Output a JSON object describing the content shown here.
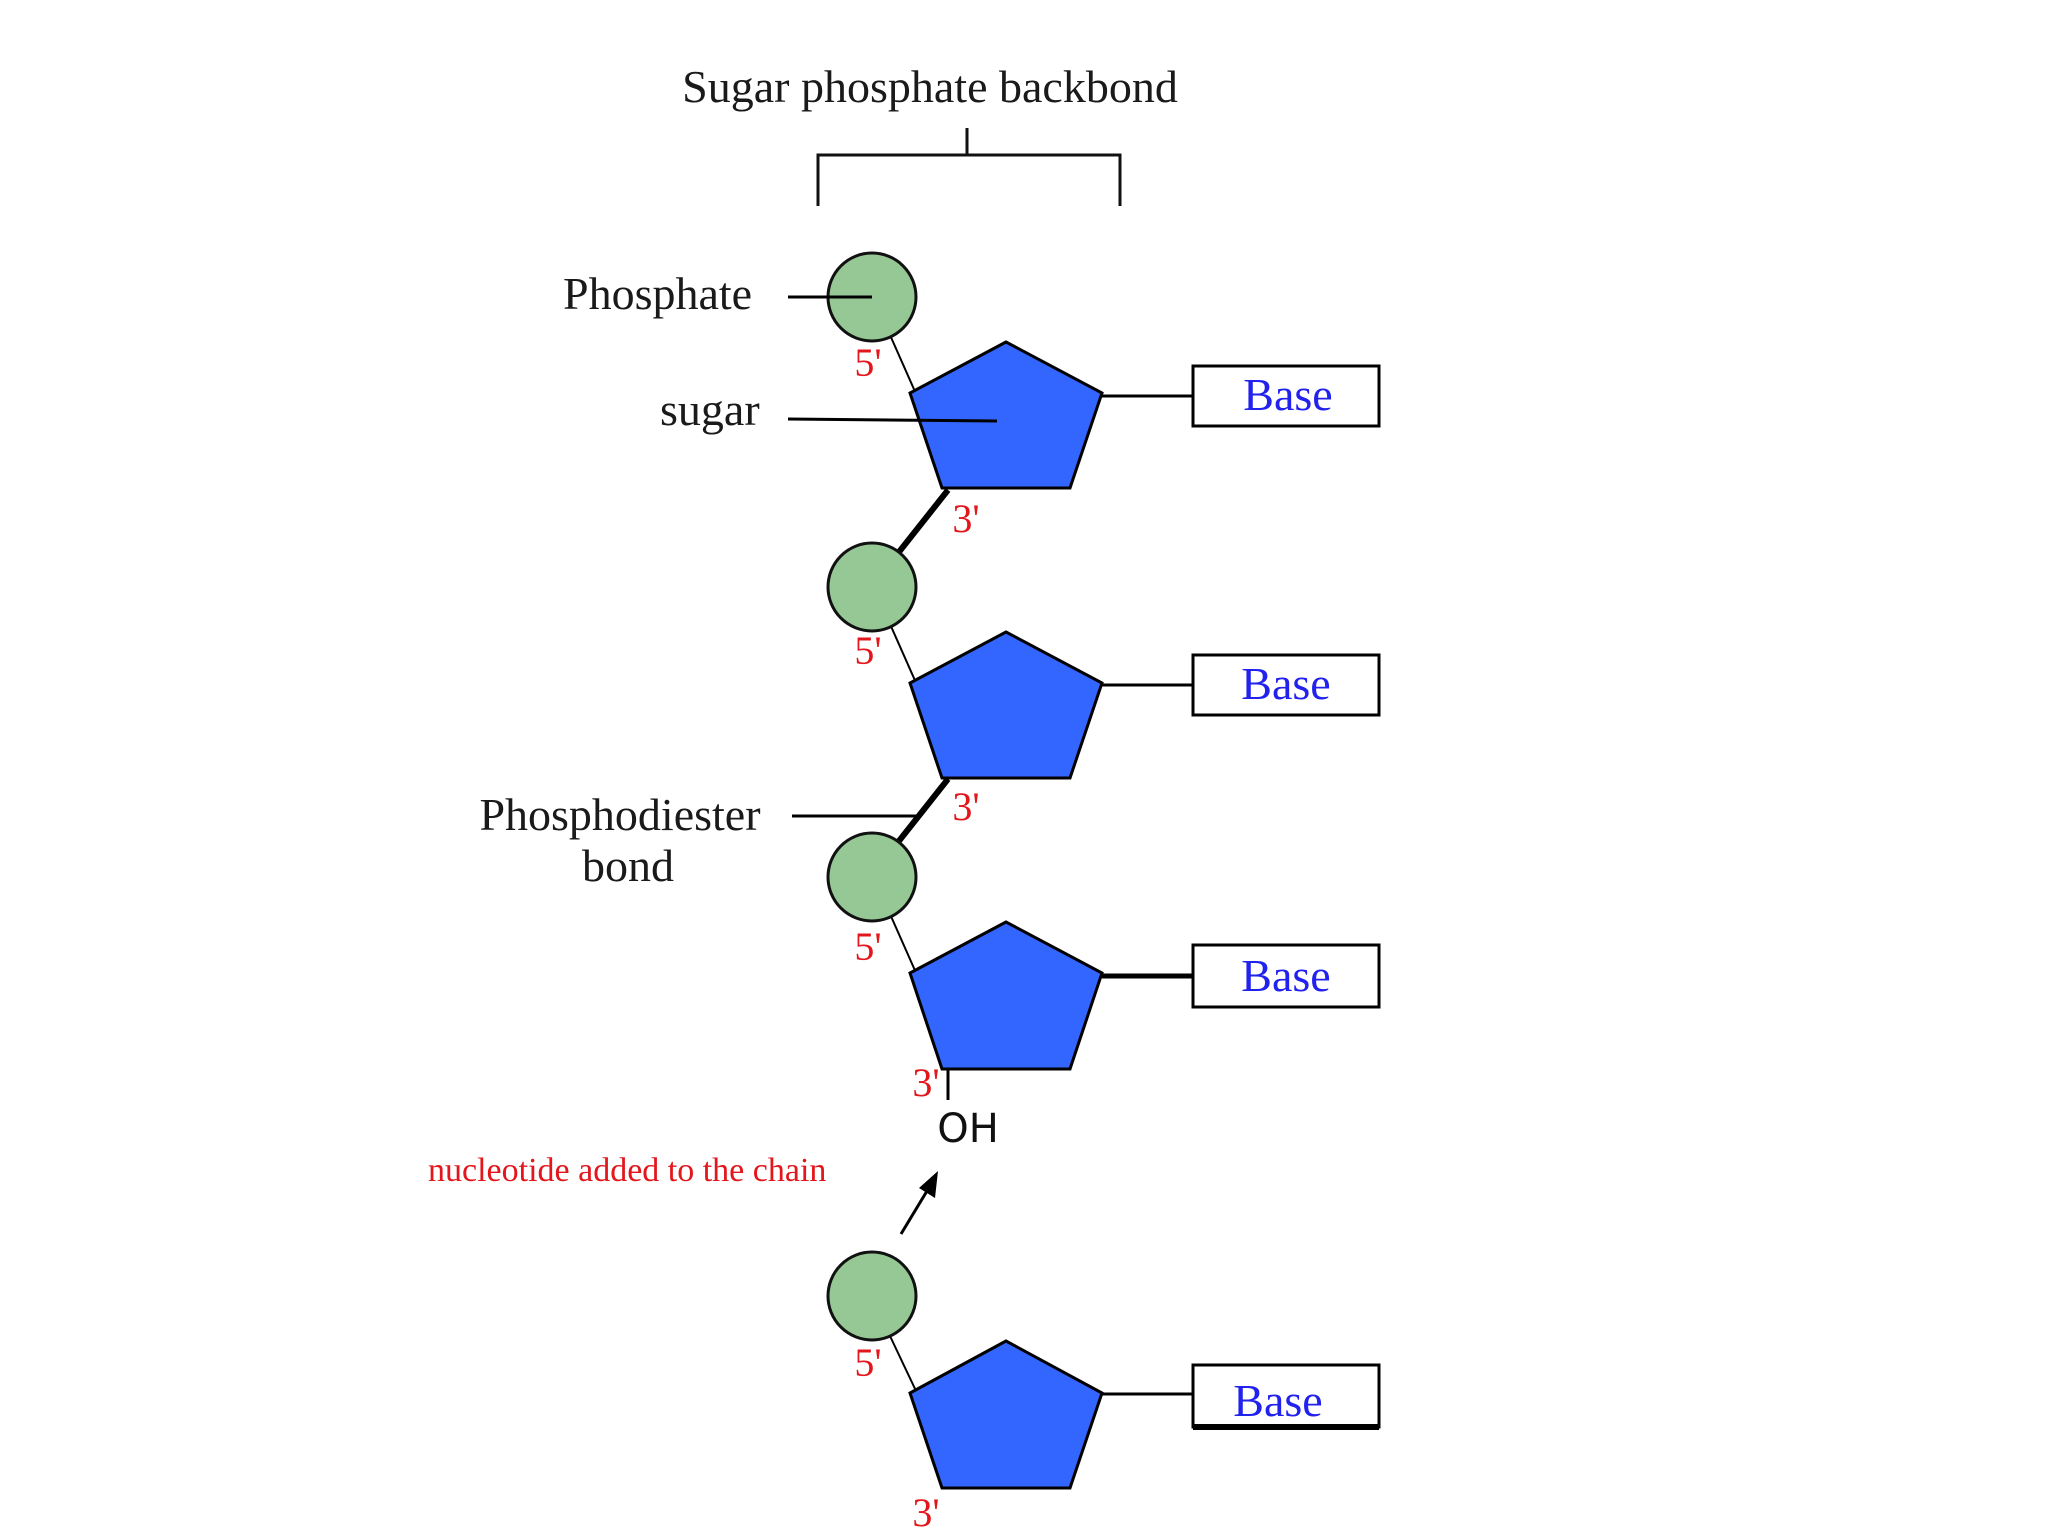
{
  "title": "Sugar phosphate backbond",
  "labels": {
    "phosphate": "Phosphate",
    "sugar": "sugar",
    "phosphodiester_line1": "Phosphodiester",
    "phosphodiester_line2": "bond",
    "added": "nucleotide added to the chain",
    "oh": "OH"
  },
  "nucleotides": [
    {
      "five_prime": "5'",
      "three_prime": "3'",
      "base": "Base"
    },
    {
      "five_prime": "5'",
      "three_prime": "3'",
      "base": "Base"
    },
    {
      "five_prime": "5'",
      "three_prime": "3'",
      "base": "Base"
    },
    {
      "five_prime": "5'",
      "three_prime": "3'",
      "base": "Base"
    }
  ],
  "colors": {
    "phosphate": "#96c896",
    "sugar": "#3366ff",
    "prime_label": "#e3161b",
    "base_text": "#2222ee"
  }
}
